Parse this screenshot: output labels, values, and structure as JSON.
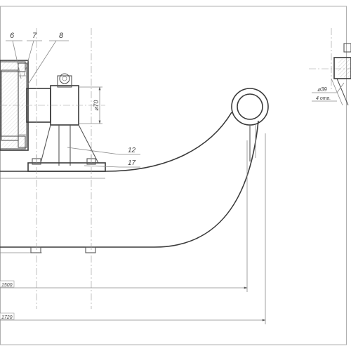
{
  "callouts": {
    "c6": "6",
    "c7": "7",
    "c8": "8",
    "c12": "12",
    "c17": "17"
  },
  "dimensions": {
    "bore_dia_left": "⌀70",
    "right_dia_top": "⌀39",
    "right_dia_bottom": "4 отв.",
    "length_1": "1500",
    "length_2": "1720"
  },
  "colors": {
    "line": "#3a3a3a",
    "thin": "#8a8a8a",
    "frame": "#9a9a9a"
  }
}
